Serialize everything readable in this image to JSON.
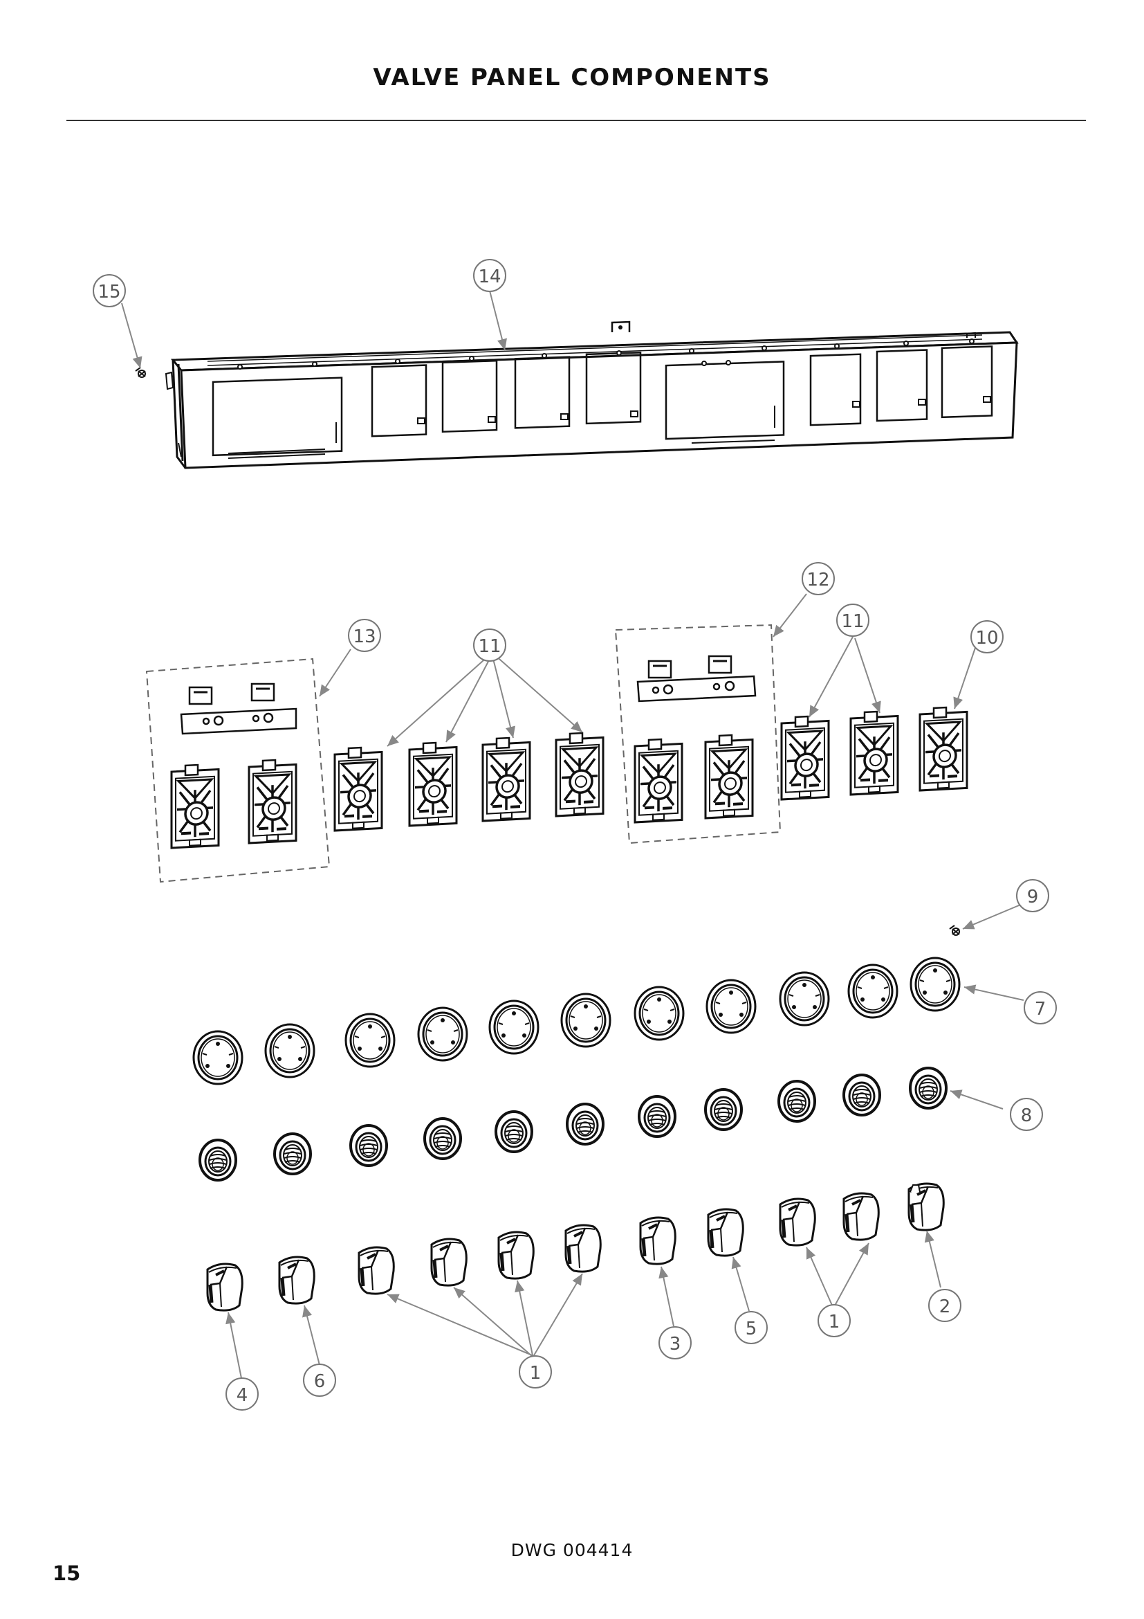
{
  "page": {
    "title": "VALVE PANEL COMPONENTS",
    "drawing_number": "DWG 004414",
    "page_number": "15"
  },
  "callouts": {
    "c1": "1",
    "c2": "2",
    "c3": "3",
    "c4": "4",
    "c5": "5",
    "c6": "6",
    "c7": "7",
    "c8": "8",
    "c9": "9",
    "c10": "10",
    "c11": "11",
    "c12": "12",
    "c13": "13",
    "c14": "14",
    "c15": "15"
  },
  "colors": {
    "line": "#111111",
    "callout": "#777777",
    "leader": "#888888",
    "dashed": "#666666"
  }
}
